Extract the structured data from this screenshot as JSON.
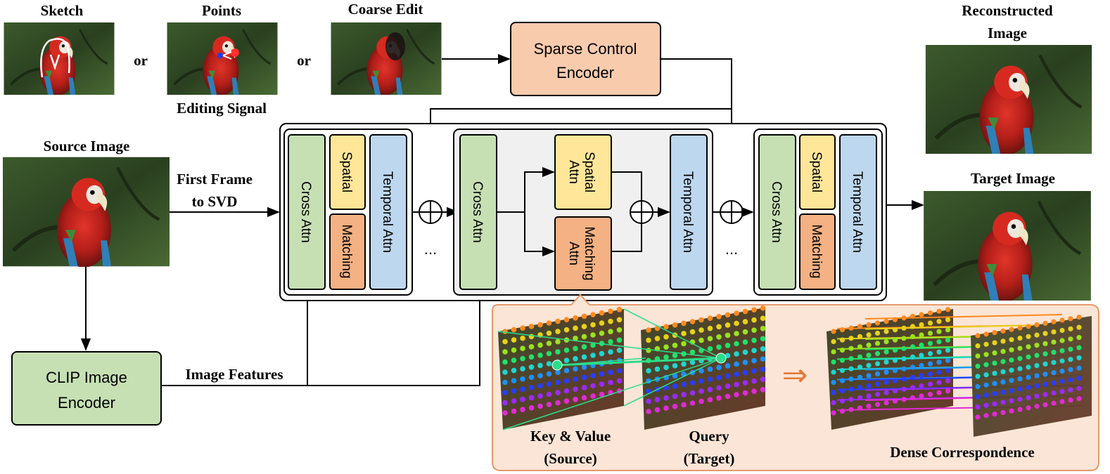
{
  "inputs": {
    "sketch": "Sketch",
    "points": "Points",
    "coarse_edit": "Coarse Edit",
    "or": "or",
    "editing_signal": "Editing Signal",
    "source_image": "Source Image"
  },
  "outputs": {
    "reconstructed_line1": "Reconstructed",
    "reconstructed_line2": "Image",
    "target_image": "Target Image"
  },
  "encoders": {
    "sparse_line1": "Sparse Control",
    "sparse_line2": "Encoder",
    "clip_line1": "CLIP Image",
    "clip_line2": "Encoder"
  },
  "arrows": {
    "first_frame_line1": "First Frame",
    "first_frame_line2": "to SVD",
    "image_features": "Image Features",
    "ellipsis": "..."
  },
  "blocks": {
    "cross_attn": "Cross Attn",
    "spatial": "Spatial",
    "matching": "Matching",
    "temporal_attn": "Temporal Attn",
    "spatial_attn_line1": "Spatial",
    "spatial_attn_line2": "Attn",
    "matching_attn_line1": "Matching",
    "matching_attn_line2": "Attn"
  },
  "correspondence": {
    "key_value_line1": "Key & Value",
    "key_value_line2": "(Source)",
    "query_line1": "Query",
    "query_line2": "(Target)",
    "dense": "Dense Correspondence",
    "implies": "⇒"
  },
  "colors": {
    "cross_attn": "#c6e0b4",
    "spatial": "#ffe699",
    "matching": "#f4b183",
    "temporal": "#bdd7ee",
    "sparse_encoder": "#f8cbad",
    "clip_encoder": "#c6e0b4",
    "panel": "#fbe5d6",
    "panel_border": "#e59a6a",
    "implies_arrow": "#e07b39"
  }
}
